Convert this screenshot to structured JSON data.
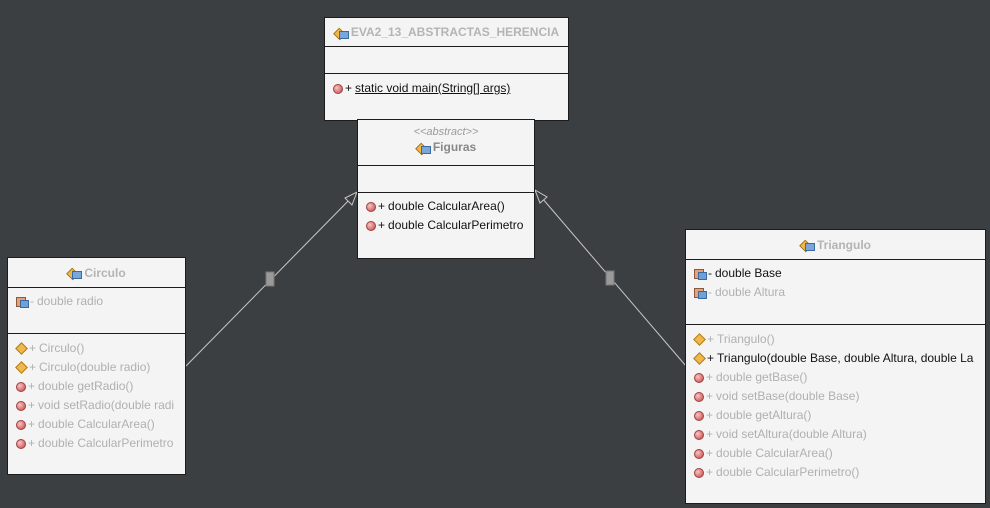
{
  "classes": {
    "main_class": {
      "name": "EVA2_13_ABSTRACTAS_HERENCIA",
      "methods": [
        {
          "visibility": "+",
          "signature": "static void main(String[] args)",
          "icon": "method-icon"
        }
      ]
    },
    "figuras": {
      "stereotype": "<<abstract>>",
      "name": "Figuras",
      "methods": [
        {
          "visibility": "+",
          "signature": "double CalcularArea()",
          "icon": "method-icon"
        },
        {
          "visibility": "+",
          "signature": "double CalcularPerimetro",
          "icon": "method-icon"
        }
      ]
    },
    "circulo": {
      "name": "Circulo",
      "fields": [
        {
          "visibility": "-",
          "signature": "double radio",
          "icon": "field-icon"
        }
      ],
      "methods": [
        {
          "visibility": "+",
          "signature": "Circulo()",
          "icon": "constructor-icon"
        },
        {
          "visibility": "+",
          "signature": "Circulo(double radio)",
          "icon": "constructor-icon"
        },
        {
          "visibility": "+",
          "signature": "double getRadio()",
          "icon": "method-icon"
        },
        {
          "visibility": "+",
          "signature": "void setRadio(double radi",
          "icon": "method-icon"
        },
        {
          "visibility": "+",
          "signature": "double CalcularArea()",
          "icon": "method-icon"
        },
        {
          "visibility": "+",
          "signature": "double CalcularPerimetro",
          "icon": "method-icon"
        }
      ]
    },
    "triangulo": {
      "name": "Triangulo",
      "fields": [
        {
          "visibility": "-",
          "signature": "double Base",
          "icon": "field-icon"
        },
        {
          "visibility": "-",
          "signature": "double Altura",
          "icon": "field-icon"
        }
      ],
      "methods": [
        {
          "visibility": "+",
          "signature": "Triangulo()",
          "icon": "constructor-icon"
        },
        {
          "visibility": "+",
          "signature": "Triangulo(double Base, double Altura, double La",
          "icon": "constructor-icon"
        },
        {
          "visibility": "+",
          "signature": "double getBase()",
          "icon": "method-icon"
        },
        {
          "visibility": "+",
          "signature": "void setBase(double Base)",
          "icon": "method-icon"
        },
        {
          "visibility": "+",
          "signature": "double getAltura()",
          "icon": "method-icon"
        },
        {
          "visibility": "+",
          "signature": "void setAltura(double Altura)",
          "icon": "method-icon"
        },
        {
          "visibility": "+",
          "signature": "double CalcularArea()",
          "icon": "method-icon"
        },
        {
          "visibility": "+",
          "signature": "double CalcularPerimetro()",
          "icon": "method-icon"
        }
      ]
    }
  },
  "relations": [
    {
      "type": "generalization",
      "from": "Circulo",
      "to": "Figuras"
    },
    {
      "type": "generalization",
      "from": "Triangulo",
      "to": "Figuras"
    }
  ],
  "colors": {
    "canvas_background": "#3c3f41",
    "box_background": "#f4f4f4",
    "box_border": "#1c1c1c",
    "connector": "#c8c8c8",
    "text_dim": "#b0b0b0",
    "text_dark": "#111111"
  }
}
